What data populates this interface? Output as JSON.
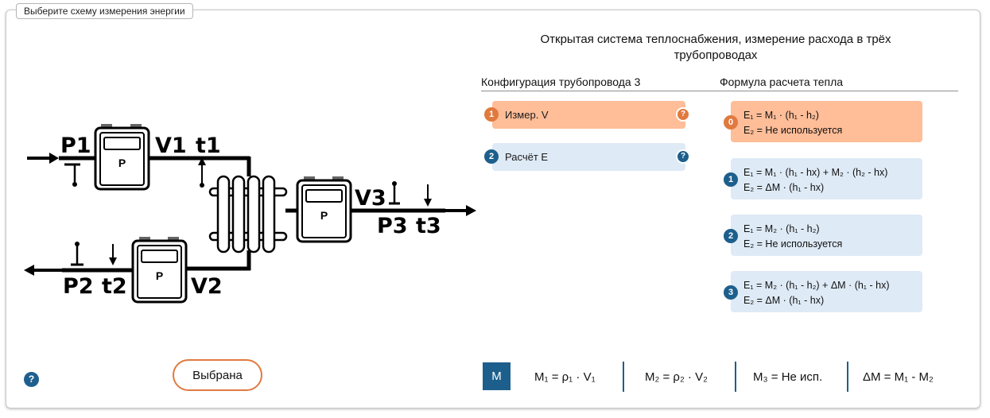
{
  "window": {
    "title": "Выберите схему измерения энергии"
  },
  "scheme": {
    "labels": {
      "p1": "P1",
      "v1": "V1",
      "t1": "t1",
      "v3": "V3",
      "p3": "P3",
      "t3": "t3",
      "p2": "P2",
      "t2": "t2",
      "v2": "V2"
    },
    "meter_label": "P"
  },
  "header": {
    "title_line1": "Открытая система теплоснабжения, измерение расхода в трёх",
    "title_line2": "трубопроводах"
  },
  "columns": {
    "config": "Конфигурация трубопровода 3",
    "formula": "Формула расчета тепла"
  },
  "config_items": [
    {
      "num": "1",
      "label": "Измер. V",
      "help": "?",
      "selected": true
    },
    {
      "num": "2",
      "label": "Расчёт E",
      "help": "?",
      "selected": false
    }
  ],
  "formulas": [
    {
      "num": "0",
      "e1": "E₁ = M₁ · (h₁ - h₂)",
      "e2": "E₂ = Не используется",
      "selected": true
    },
    {
      "num": "1",
      "e1": "E₁ = M₁ · (h₁ - hx) + M₂ · (h₂ - hx)",
      "e2": "E₂ = ΔM · (h₁ - hx)",
      "selected": false
    },
    {
      "num": "2",
      "e1": "E₁ = M₂ · (h₁ - h₂)",
      "e2": "E₂ = Не используется",
      "selected": false
    },
    {
      "num": "3",
      "e1": "E₁ = M₂ · (h₁ - h₂) + ΔM · (h₁ - hx)",
      "e2": "E₂ = ΔM · (h₁ - hx)",
      "selected": false
    }
  ],
  "footer": {
    "help": "?",
    "select_button": "Выбрана",
    "m_badge": "M",
    "m_formulas": [
      "M₁ = ρ₁ · V₁",
      "M₂ = ρ₂ · V₂",
      "M₃ = Не исп.",
      "ΔM = M₁ - M₂"
    ]
  },
  "colors": {
    "accent_orange": "#e07a3f",
    "selected_fill": "#ffbd98",
    "item_fill": "#deeaf6",
    "primary_blue": "#1d5f8c"
  }
}
